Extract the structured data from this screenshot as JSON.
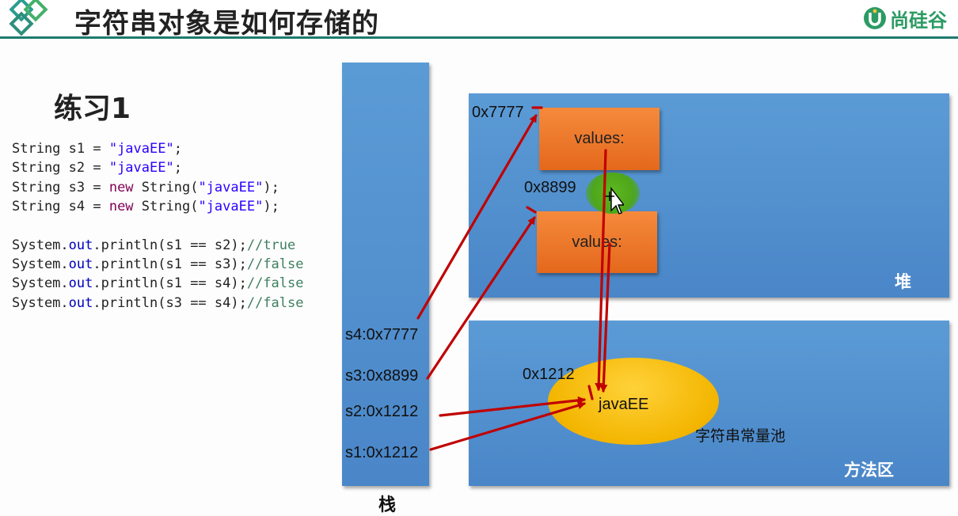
{
  "header": {
    "title": "字符串对象是如何存储的",
    "brand": "尚硅谷"
  },
  "exercise_title": "练习1",
  "code": {
    "decl": [
      {
        "pre": "String s1 = ",
        "str": "\"javaEE\"",
        "post": ";"
      },
      {
        "pre": "String s2 = ",
        "str": "\"javaEE\"",
        "post": ";"
      },
      {
        "pre": "String s3 = ",
        "kw": "new",
        "mid": " String(",
        "str": "\"javaEE\"",
        "post": ");"
      },
      {
        "pre": "String s4 = ",
        "kw": "new",
        "mid": " String(",
        "str": "\"javaEE\"",
        "post": ");"
      }
    ],
    "prints": [
      {
        "pre": "System.",
        "fld": "out",
        "mid": ".println(s1 == s2);",
        "cm": "//true"
      },
      {
        "pre": "System.",
        "fld": "out",
        "mid": ".println(s1 == s3);",
        "cm": "//false"
      },
      {
        "pre": "System.",
        "fld": "out",
        "mid": ".println(s1 == s4);",
        "cm": "//false"
      },
      {
        "pre": "System.",
        "fld": "out",
        "mid": ".println(s3 == s4);",
        "cm": "//false"
      }
    ]
  },
  "stack": {
    "label": "栈",
    "vars": [
      "s4:0x7777",
      "s3:0x8899",
      "s2:0x1212",
      "s1:0x1212"
    ]
  },
  "heap": {
    "label": "堆",
    "objects": [
      {
        "address": "0x7777",
        "field": "values:"
      },
      {
        "address": "0x8899",
        "field": "values:"
      }
    ]
  },
  "method_area": {
    "label": "方法区",
    "pool_label": "字符串常量池",
    "pool_address": "0x1212",
    "pool_value": "javaEE"
  },
  "colors": {
    "panel": "#5b9bd5",
    "object": "#ed7d31",
    "pool": "#ffc000",
    "arrow": "#c00000",
    "header_line": "#1e7a6e"
  }
}
